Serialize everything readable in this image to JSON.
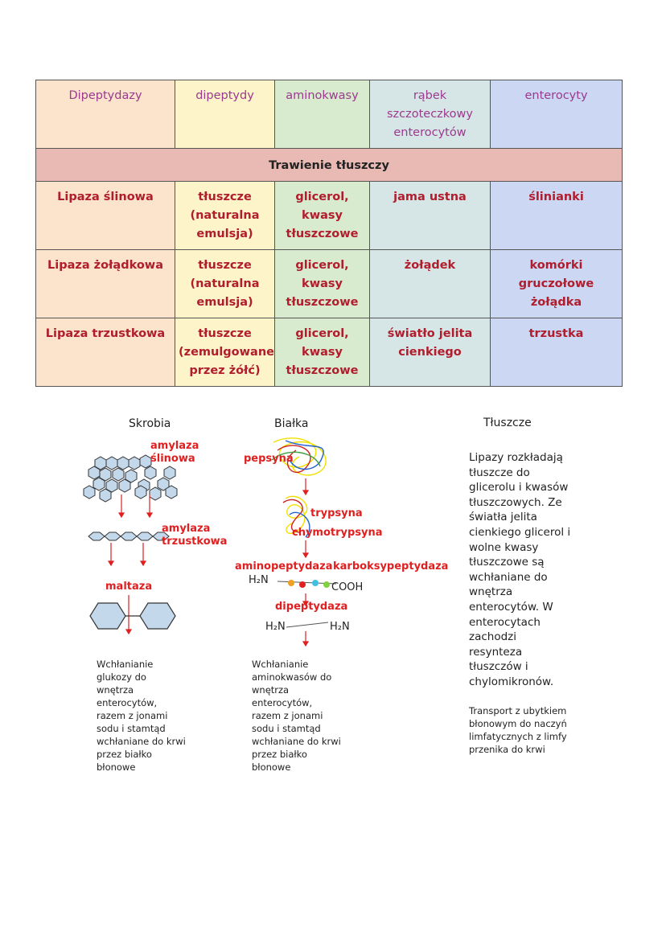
{
  "table": {
    "header": [
      "Dipeptydazy",
      "dipeptydy",
      "aminokwasy",
      "rąbek\nszczoteczkowy\nenterocytów",
      "enterocyty"
    ],
    "section_title": "Trawienie tłuszczy",
    "rows": [
      [
        "Lipaza ślinowa",
        "tłuszcze\n(naturalna\nemulsja)",
        "glicerol,\nkwasy\ntłuszczowe",
        "jama ustna",
        "ślinianki"
      ],
      [
        "Lipaza żołądkowa",
        "tłuszcze\n(naturalna\nemulsja)",
        "glicerol,\nkwasy\ntłuszczowe",
        "żołądek",
        "komórki\ngruczołowe\nżołądka"
      ],
      [
        "Lipaza trzustkowa",
        "tłuszcze\n(zemulgowane\nprzez żółć)",
        "glicerol,\nkwasy\ntłuszczowe",
        "światło jelita\ncienkiego",
        "trzustka"
      ]
    ]
  },
  "diagram": {
    "skrobia": {
      "title": "Skrobia",
      "enzyme1": "amylaza\nślinowa",
      "enzyme2": "amylaza\ntrzustkowa",
      "enzyme3": "maltaza",
      "text": "Wchłanianie\nglukozy do\nwnętrza\nenterocytów,\nrazem z jonami\nsodu i stamtąd\nwchłaniane do krwi\nprzez białko\nbłonowe"
    },
    "bialka": {
      "title": "Białka",
      "enzyme1": "pepsyna",
      "enzyme2": "trypsyna",
      "enzyme3": "chymotrypsyna",
      "enzyme4": "aminopeptydaza",
      "enzyme5": "karboksypeptydaza",
      "enzyme6": "dipeptydaza",
      "h2n": "H₂N",
      "cooh": "COOH",
      "text": "Wchłanianie\naminokwasów do\nwnętrza\nenterocytów,\nrazem z jonami\nsodu i stamtąd\nwchłaniane do krwi\nprzez białko\nbłonowe"
    },
    "tluszcze": {
      "title": "Tłuszcze",
      "text": "Lipazy rozkładają\ntłuszcze do\nglicerolu i kwasów\ntłuszczowych. Ze\nświatła jelita\ncienkiego glicerol i\nwolne kwasy\ntłuszczowe są\nwchłaniane do\nwnętrza\nenterocytów. W\nenterocytach\nzachodzi\nresynteza\ntłuszczów i\nchylomikronów.",
      "text2": "Transport z ubytkiem\nbłonowym do naczyń\nlimfatycznych z limfy\nprzenika do krwi"
    }
  },
  "colors": {
    "accent_red": "#e02020",
    "header_text": "#9b3a8e",
    "cell_text": "#b01e2e",
    "hexagon_fill": "#c4d8ec"
  }
}
